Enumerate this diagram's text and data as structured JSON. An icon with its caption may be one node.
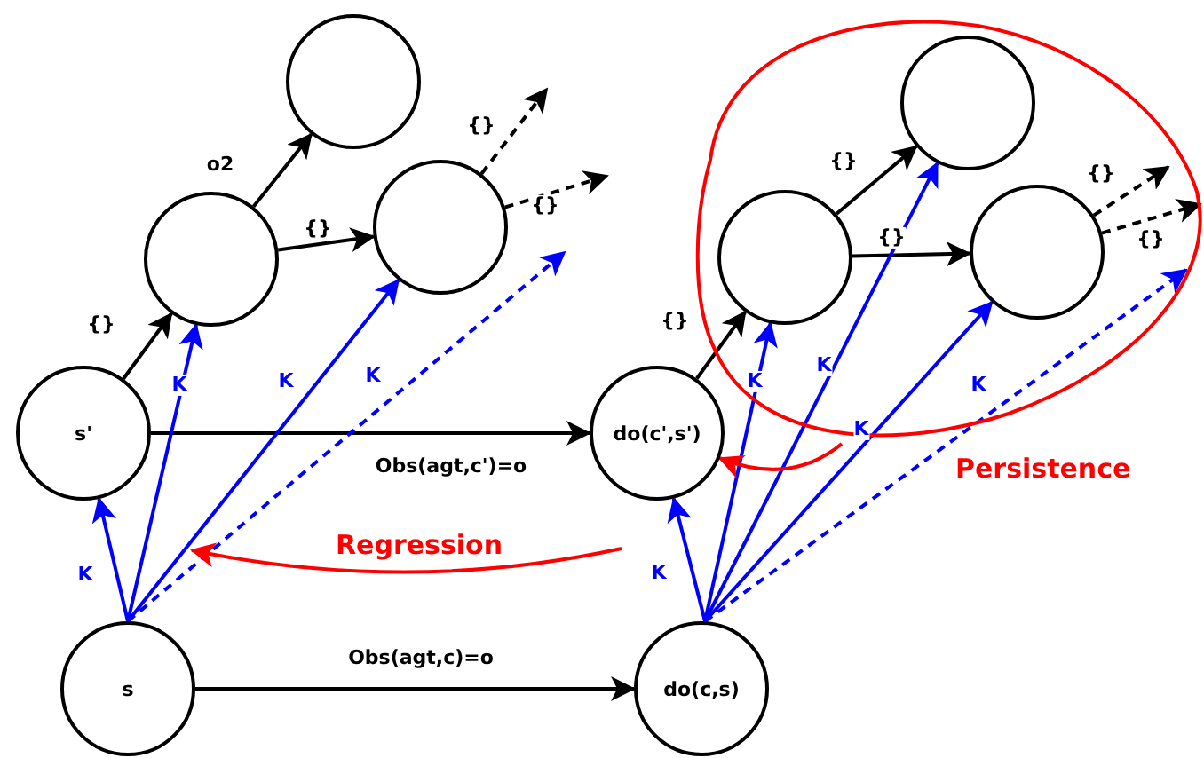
{
  "diagram": {
    "nodes": [
      {
        "text": [
          "s'"
        ]
      },
      {
        "text": [],
        "shape": "circle"
      },
      {
        "text": [],
        "shape": "circle"
      },
      {
        "text": [],
        "shape": "circle"
      },
      {
        "text": [
          "s"
        ]
      },
      {
        "text": [],
        "shape": "cloud",
        "beside": [
          "Persistence"
        ]
      },
      {
        "text": [],
        "shape": "circle",
        "in": 5
      },
      {
        "text": [],
        "shape": "circle",
        "in": 5
      },
      {
        "text": [],
        "shape": "circle",
        "in": 5
      },
      {
        "text": [
          "do(c',s')"
        ]
      },
      {
        "text": [
          "do(c,s)"
        ]
      }
    ],
    "edges": [
      {
        "from": 0,
        "to": 1,
        "arrow": "to",
        "label": "{}"
      },
      {
        "from": 1,
        "to": 2,
        "arrow": "to",
        "label": "o2"
      },
      {
        "from": 1,
        "to": 3,
        "arrow": "to",
        "label": "{}"
      },
      {
        "from": 3,
        "to": null,
        "arrow": "to",
        "label": "{}",
        "style": "dashed"
      },
      {
        "from": 3,
        "to": null,
        "arrow": "to",
        "label": "{}",
        "style": "dashed"
      },
      {
        "from": 0,
        "to": 9,
        "arrow": "to",
        "label": "Obs(agt,c')=o"
      },
      {
        "from": 4,
        "to": 10,
        "arrow": "to",
        "label": "Obs(agt,c)=o"
      },
      {
        "from": 4,
        "to": 0,
        "arrow": "to",
        "label": "K",
        "color": "#0000ff"
      },
      {
        "from": 4,
        "to": 1,
        "arrow": "to",
        "label": "K",
        "color": "#0000ff"
      },
      {
        "from": 4,
        "to": 3,
        "arrow": "to",
        "label": "K",
        "color": "#0000ff"
      },
      {
        "from": 4,
        "to": null,
        "arrow": "to",
        "label": "K",
        "color": "#0000ff",
        "style": "dashed"
      },
      {
        "from": 9,
        "to": 6,
        "arrow": "to",
        "label": "{}"
      },
      {
        "from": 6,
        "to": 7,
        "arrow": "to",
        "label": "{}"
      },
      {
        "from": 6,
        "to": 8,
        "arrow": "to",
        "label": "{}"
      },
      {
        "from": 8,
        "to": null,
        "arrow": "to",
        "label": "{}",
        "style": "dashed"
      },
      {
        "from": 8,
        "to": null,
        "arrow": "to",
        "label": "{}",
        "style": "dashed"
      },
      {
        "from": 10,
        "to": 9,
        "arrow": "to",
        "label": "K",
        "color": "#0000ff"
      },
      {
        "from": 10,
        "to": 6,
        "arrow": "to",
        "label": "K",
        "color": "#0000ff"
      },
      {
        "from": 10,
        "to": 7,
        "arrow": "to",
        "label": "K",
        "color": "#0000ff"
      },
      {
        "from": 10,
        "to": 8,
        "arrow": "to",
        "label": "K",
        "color": "#0000ff"
      },
      {
        "from": 10,
        "to": 5,
        "arrow": "to",
        "label": "K",
        "color": "#0000ff",
        "style": "dashed"
      },
      {
        "from": 5,
        "to": 9,
        "arrow": "to",
        "color": "#ff0000"
      },
      {
        "from": 9,
        "to": null,
        "arrow": "to",
        "label": "Regression",
        "color": "#ff0000"
      }
    ]
  }
}
